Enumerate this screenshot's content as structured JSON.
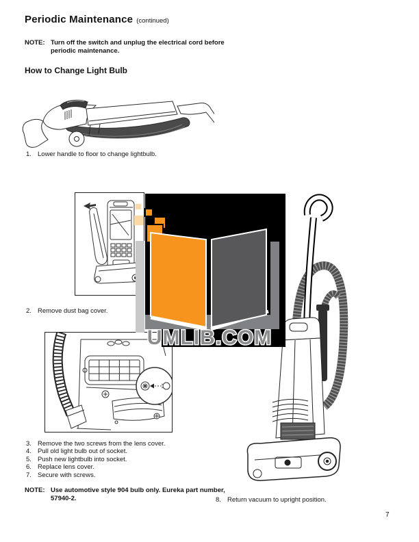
{
  "header": {
    "title": "Periodic Maintenance",
    "continued": "(continued)"
  },
  "note_top": {
    "label": "NOTE:",
    "text": "Turn off the switch and unplug the electrical cord before periodic maintenance."
  },
  "section": {
    "heading": "How to Change Light Bulb"
  },
  "steps": [
    {
      "num": "1.",
      "text": "Lower handle to floor to change lightbulb."
    },
    {
      "num": "2.",
      "text": "Remove dust bag cover."
    },
    {
      "num": "3.",
      "text": "Remove the two screws from the lens cover."
    },
    {
      "num": "4.",
      "text": "Pull old light bulb out of socket."
    },
    {
      "num": "5.",
      "text": "Push new lightbulb into socket."
    },
    {
      "num": "6.",
      "text": "Replace lens cover."
    },
    {
      "num": "7.",
      "text": "Secure with screws."
    },
    {
      "num": "8.",
      "text": "Return vacuum to upright position."
    }
  ],
  "note_bottom": {
    "label": "NOTE:",
    "text": "Use automotive style 904 bulb only. Eureka part number, 57940-2."
  },
  "page_number": "7",
  "watermark": {
    "text": "UMLIB.COM",
    "colors": {
      "orange": "#F7941D",
      "peach": "#FBD9A6",
      "black": "#000000",
      "dark_gray": "#58585A",
      "mid_gray": "#7F8184",
      "light_gray": "#C7C8CA",
      "text_gray": "#8A8C8E"
    }
  },
  "illustrations": [
    "vacuum-lowered-to-floor-illustration",
    "dust-bag-cover-removal-illustration",
    "lens-cover-screws-illustration",
    "upright-vacuum-illustration"
  ]
}
